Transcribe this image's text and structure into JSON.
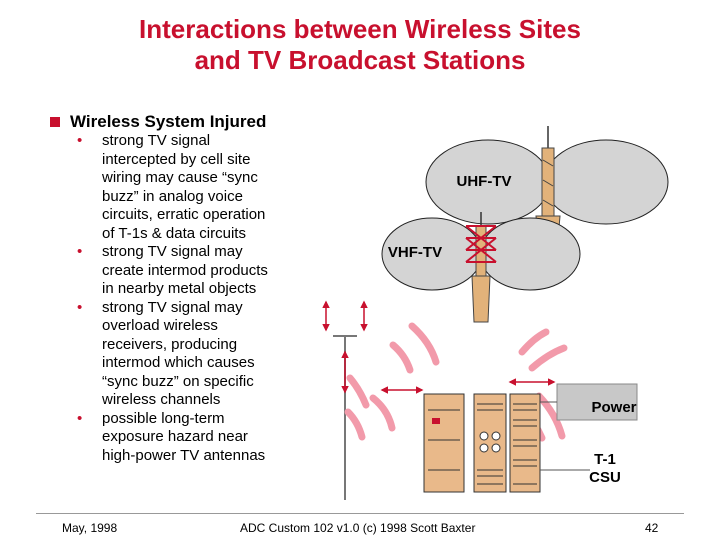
{
  "title": {
    "line1": "Interactions between Wireless Sites",
    "line2": "and TV Broadcast Stations"
  },
  "main_bullet": "Wireless System Injured",
  "sub_bullets": [
    [
      "strong TV signal",
      "intercepted by cell site",
      "wiring may cause “sync",
      "buzz”  in analog voice",
      "circuits, erratic operation",
      "of T-1s & data circuits"
    ],
    [
      "strong TV signal may",
      "create intermod products",
      "in nearby metal objects"
    ],
    [
      "strong TV signal may",
      "overload wireless",
      "receivers, producing",
      "intermod which causes",
      "“sync buzz” on specific",
      "wireless channels"
    ],
    [
      "possible long-term",
      "exposure hazard near",
      "high-power TV antennas"
    ]
  ],
  "diagram": {
    "uhf_label": "UHF-TV",
    "vhf_label": "VHF-TV",
    "power_label": "Power",
    "t1_label_line1": "T-1",
    "t1_label_line2": "CSU"
  },
  "colors": {
    "title": "#c8102e",
    "bullet_marker": "#c8102e",
    "lobe_fill": "#d4d4d4",
    "tower_fill": "#e2b27a",
    "wave_arc": "#f29aaa",
    "arrow": "#c8102e",
    "equipment": "#e9b98a"
  },
  "footer": {
    "date": "May, 1998",
    "credit": "ADC Custom 102 v1.0 (c) 1998 Scott Baxter",
    "page": "42"
  }
}
